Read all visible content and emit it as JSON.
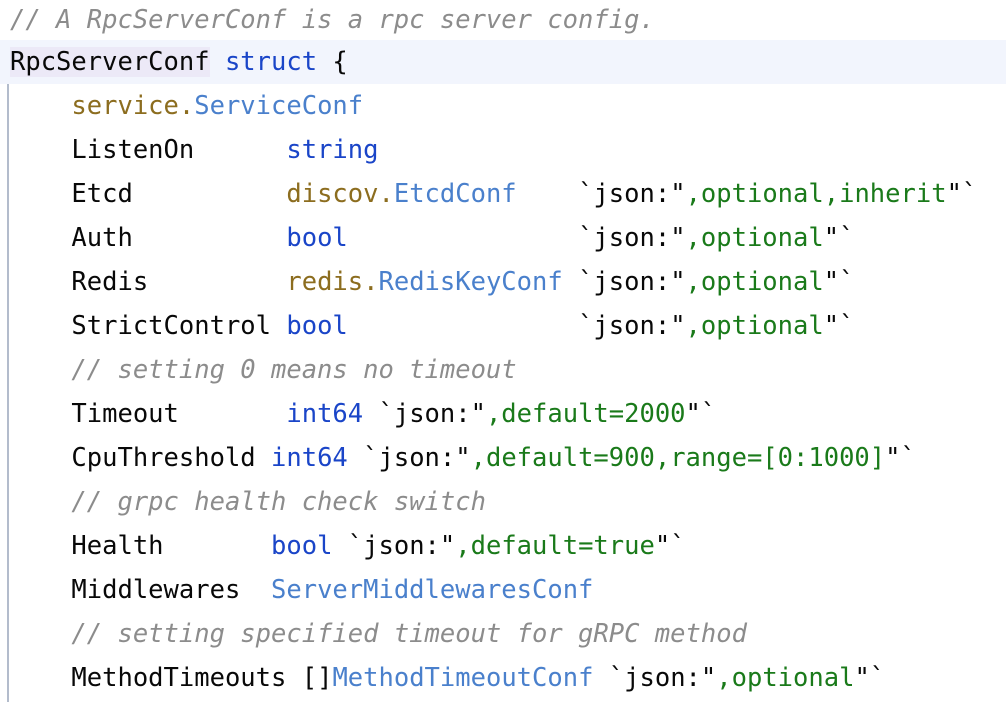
{
  "editor": {
    "language": "go",
    "colors": {
      "background": "#ffffff",
      "foreground": "#080808",
      "comment": "#8c8c8c",
      "keyword": "#1a45c8",
      "builtin_type": "#1a45c8",
      "custom_type": "#4a80cc",
      "package_qualifier": "#8c6d1f",
      "string_tag_value": "#1a7a1a",
      "line_highlight": "#f2f5fd",
      "identifier_highlight": "#ece9f7",
      "indent_guide": "#b3bccc"
    }
  },
  "code": {
    "lines": [
      {
        "id": "line-doc-comment",
        "name": "code-line-doc-comment",
        "text": "// A RpcServerConf is a rpc server config.",
        "highlighted": false,
        "tokens": [
          {
            "t": "// A RpcServerConf is a rpc server config.",
            "c": "comment"
          }
        ]
      },
      {
        "id": "line-struct-decl",
        "name": "code-line-struct-declaration",
        "text": "RpcServerConf struct {",
        "highlighted": true,
        "tokens": [
          {
            "t": "RpcServerConf",
            "c": "plain",
            "hl": true
          },
          {
            "t": " ",
            "c": "plain"
          },
          {
            "t": "struct",
            "c": "keyword"
          },
          {
            "t": " {",
            "c": "punct"
          }
        ]
      },
      {
        "id": "line-service-conf",
        "name": "code-line-field-service-conf",
        "text": "    service.ServiceConf",
        "highlighted": false,
        "tokens": [
          {
            "t": "    ",
            "c": "plain"
          },
          {
            "t": "service",
            "c": "pkg"
          },
          {
            "t": ".",
            "c": "pkg"
          },
          {
            "t": "ServiceConf",
            "c": "type"
          }
        ]
      },
      {
        "id": "line-listenon",
        "name": "code-line-field-listenon",
        "text": "    ListenOn      string",
        "highlighted": false,
        "tokens": [
          {
            "t": "    ",
            "c": "plain"
          },
          {
            "t": "ListenOn      ",
            "c": "plain"
          },
          {
            "t": "string",
            "c": "builtin"
          }
        ]
      },
      {
        "id": "line-etcd",
        "name": "code-line-field-etcd",
        "text": "    Etcd          discov.EtcdConf    `json:\",optional,inherit\"`",
        "highlighted": false,
        "tokens": [
          {
            "t": "    ",
            "c": "plain"
          },
          {
            "t": "Etcd          ",
            "c": "plain"
          },
          {
            "t": "discov",
            "c": "pkg"
          },
          {
            "t": ".",
            "c": "pkg"
          },
          {
            "t": "EtcdConf",
            "c": "type"
          },
          {
            "t": "    ",
            "c": "plain"
          },
          {
            "t": "`json:\"",
            "c": "punct"
          },
          {
            "t": ",optional,inherit",
            "c": "string"
          },
          {
            "t": "\"`",
            "c": "punct"
          }
        ]
      },
      {
        "id": "line-auth",
        "name": "code-line-field-auth",
        "text": "    Auth          bool               `json:\",optional\"`",
        "highlighted": false,
        "tokens": [
          {
            "t": "    ",
            "c": "plain"
          },
          {
            "t": "Auth          ",
            "c": "plain"
          },
          {
            "t": "bool",
            "c": "builtin"
          },
          {
            "t": "               ",
            "c": "plain"
          },
          {
            "t": "`json:\"",
            "c": "punct"
          },
          {
            "t": ",optional",
            "c": "string"
          },
          {
            "t": "\"`",
            "c": "punct"
          }
        ]
      },
      {
        "id": "line-redis",
        "name": "code-line-field-redis",
        "text": "    Redis         redis.RedisKeyConf `json:\",optional\"`",
        "highlighted": false,
        "tokens": [
          {
            "t": "    ",
            "c": "plain"
          },
          {
            "t": "Redis         ",
            "c": "plain"
          },
          {
            "t": "redis",
            "c": "pkg"
          },
          {
            "t": ".",
            "c": "pkg"
          },
          {
            "t": "RedisKeyConf",
            "c": "type"
          },
          {
            "t": " ",
            "c": "plain"
          },
          {
            "t": "`json:\"",
            "c": "punct"
          },
          {
            "t": ",optional",
            "c": "string"
          },
          {
            "t": "\"`",
            "c": "punct"
          }
        ]
      },
      {
        "id": "line-strictcontrol",
        "name": "code-line-field-strictcontrol",
        "text": "    StrictControl bool               `json:\",optional\"`",
        "highlighted": false,
        "tokens": [
          {
            "t": "    ",
            "c": "plain"
          },
          {
            "t": "StrictControl ",
            "c": "plain"
          },
          {
            "t": "bool",
            "c": "builtin"
          },
          {
            "t": "               ",
            "c": "plain"
          },
          {
            "t": "`json:\"",
            "c": "punct"
          },
          {
            "t": ",optional",
            "c": "string"
          },
          {
            "t": "\"`",
            "c": "punct"
          }
        ]
      },
      {
        "id": "line-comment-timeout",
        "name": "code-line-comment-no-timeout",
        "text": "    // setting 0 means no timeout",
        "highlighted": false,
        "tokens": [
          {
            "t": "    ",
            "c": "plain"
          },
          {
            "t": "// setting 0 means no timeout",
            "c": "comment"
          }
        ]
      },
      {
        "id": "line-timeout",
        "name": "code-line-field-timeout",
        "text": "    Timeout       int64 `json:\",default=2000\"`",
        "highlighted": false,
        "tokens": [
          {
            "t": "    ",
            "c": "plain"
          },
          {
            "t": "Timeout       ",
            "c": "plain"
          },
          {
            "t": "int64",
            "c": "builtin"
          },
          {
            "t": " ",
            "c": "plain"
          },
          {
            "t": "`json:\"",
            "c": "punct"
          },
          {
            "t": ",default=2000",
            "c": "string"
          },
          {
            "t": "\"`",
            "c": "punct"
          }
        ]
      },
      {
        "id": "line-cputhreshold",
        "name": "code-line-field-cputhreshold",
        "text": "    CpuThreshold int64 `json:\",default=900,range=[0:1000]\"`",
        "highlighted": false,
        "tokens": [
          {
            "t": "    ",
            "c": "plain"
          },
          {
            "t": "CpuThreshold ",
            "c": "plain"
          },
          {
            "t": "int64",
            "c": "builtin"
          },
          {
            "t": " ",
            "c": "plain"
          },
          {
            "t": "`json:\"",
            "c": "punct"
          },
          {
            "t": ",default=900,range=[0:1000]",
            "c": "string"
          },
          {
            "t": "\"`",
            "c": "punct"
          }
        ]
      },
      {
        "id": "line-comment-health",
        "name": "code-line-comment-grpc-health",
        "text": "    // grpc health check switch",
        "highlighted": false,
        "tokens": [
          {
            "t": "    ",
            "c": "plain"
          },
          {
            "t": "// grpc health check switch",
            "c": "comment"
          }
        ]
      },
      {
        "id": "line-health",
        "name": "code-line-field-health",
        "text": "    Health       bool `json:\",default=true\"`",
        "highlighted": false,
        "tokens": [
          {
            "t": "    ",
            "c": "plain"
          },
          {
            "t": "Health       ",
            "c": "plain"
          },
          {
            "t": "bool",
            "c": "builtin"
          },
          {
            "t": " ",
            "c": "plain"
          },
          {
            "t": "`json:\"",
            "c": "punct"
          },
          {
            "t": ",default=true",
            "c": "string"
          },
          {
            "t": "\"`",
            "c": "punct"
          }
        ]
      },
      {
        "id": "line-middlewares",
        "name": "code-line-field-middlewares",
        "text": "    Middlewares  ServerMiddlewaresConf",
        "highlighted": false,
        "tokens": [
          {
            "t": "    ",
            "c": "plain"
          },
          {
            "t": "Middlewares  ",
            "c": "plain"
          },
          {
            "t": "ServerMiddlewaresConf",
            "c": "type"
          }
        ]
      },
      {
        "id": "line-comment-methodtimeouts",
        "name": "code-line-comment-method-timeout",
        "text": "    // setting specified timeout for gRPC method",
        "highlighted": false,
        "tokens": [
          {
            "t": "    ",
            "c": "plain"
          },
          {
            "t": "// setting specified timeout for gRPC method",
            "c": "comment"
          }
        ]
      },
      {
        "id": "line-methodtimeouts",
        "name": "code-line-field-methodtimeouts",
        "text": "    MethodTimeouts []MethodTimeoutConf `json:\",optional\"`",
        "highlighted": false,
        "tokens": [
          {
            "t": "    ",
            "c": "plain"
          },
          {
            "t": "MethodTimeouts ",
            "c": "plain"
          },
          {
            "t": "[]",
            "c": "punct"
          },
          {
            "t": "MethodTimeoutConf",
            "c": "type"
          },
          {
            "t": " ",
            "c": "plain"
          },
          {
            "t": "`json:\"",
            "c": "punct"
          },
          {
            "t": ",optional",
            "c": "string"
          },
          {
            "t": "\"`",
            "c": "punct"
          }
        ]
      }
    ]
  }
}
